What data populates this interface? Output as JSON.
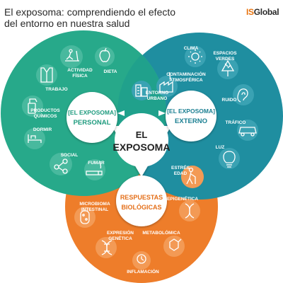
{
  "header": {
    "title_line1": "El exposoma: comprendiendo el efecto",
    "title_line2": "del entorno en nuestra salud",
    "logo_is": "IS",
    "logo_global": "Global"
  },
  "colors": {
    "personal": "#27a98a",
    "externo": "#1f8ea0",
    "respuestas": "#ee7d2a",
    "center": "#ffffff"
  },
  "center": {
    "line1": "EL",
    "line2": "EXPOSOMA"
  },
  "personal": {
    "line1": "[EL EXPOSOMA]",
    "line2": "PERSONAL",
    "items": {
      "actividad1": "ACTIVIDAD",
      "actividad2": "FÍSICA",
      "dieta": "DIETA",
      "trabajo": "TRABAJO",
      "productos1": "PRODUCTOS",
      "productos2": "QUÍMICOS",
      "dormir": "DORMIR",
      "social": "SOCIAL",
      "fumar": "FUMAR"
    }
  },
  "externo": {
    "line1": "[EL EXPOSOMA]",
    "line2": "EXTERNO",
    "items": {
      "clima": "CLIMA",
      "espacios1": "ESPACIOS",
      "espacios2": "VERDES",
      "contaminacion1": "CONTAMINACIÓN",
      "contaminacion2": "ATMOSFÉRICA",
      "entorno1": "ENTORNO",
      "entorno2": "URBANO",
      "ruido": "RUIDO",
      "trafico": "TRÁFICO",
      "luz": "LUZ"
    }
  },
  "respuestas": {
    "line1": "RESPUESTAS",
    "line2": "BIOLÓGICAS",
    "items": {
      "estres1": "ESTRÉS",
      "estres2": "EDAD",
      "microbioma1": "MICROBIOMA",
      "microbioma2": "INTESTINAL",
      "epigenetica": "EPIGENÉTICA",
      "expresion1": "EXPRESIÓN",
      "expresion2": "GENÉTICA",
      "metabolomica": "METABOLÓMICA",
      "inflamacion": "INFLAMACIÓN"
    }
  }
}
